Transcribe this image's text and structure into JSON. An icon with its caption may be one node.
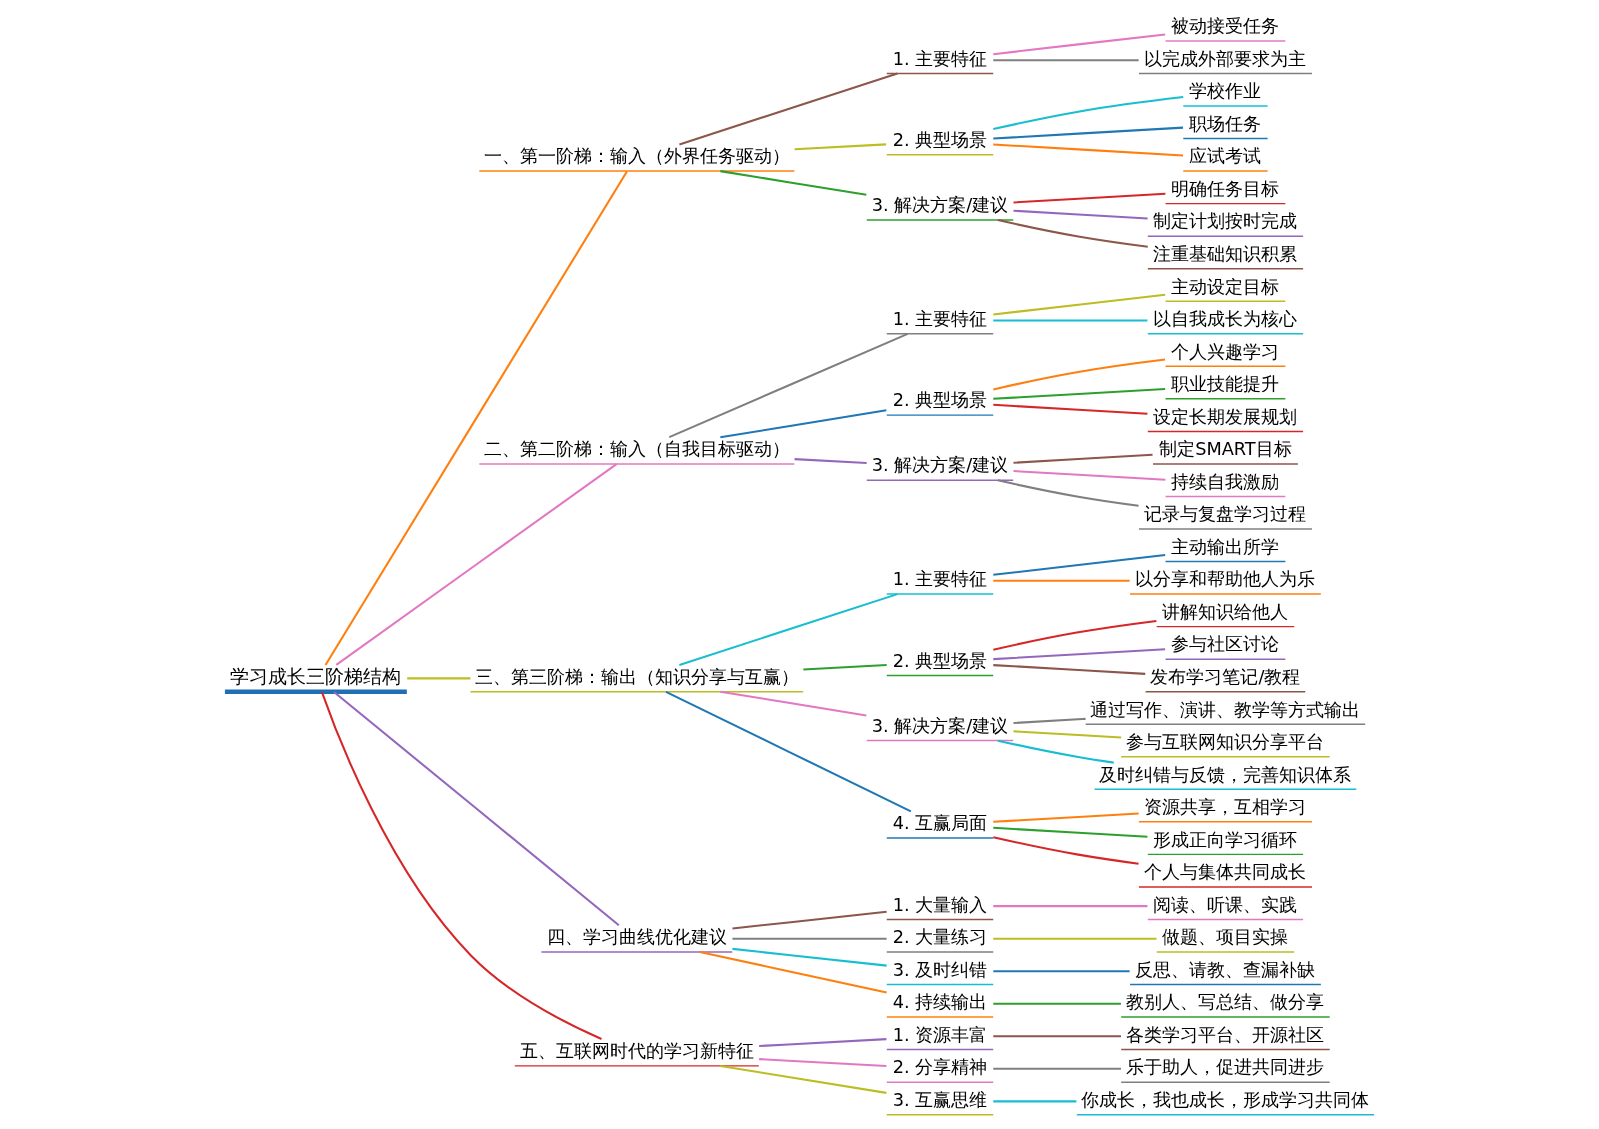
{
  "diagram": {
    "nodes": [
      {
        "text": [
          "学习成长三阶梯结构"
        ]
      },
      {
        "text": [
          "一、第一阶梯：输入（外界任务驱动）"
        ]
      },
      {
        "text": [
          "1. 主要特征"
        ]
      },
      {
        "text": [
          "被动接受任务"
        ]
      },
      {
        "text": [
          "以完成外部要求为主"
        ]
      },
      {
        "text": [
          "2. 典型场景"
        ]
      },
      {
        "text": [
          "学校作业"
        ]
      },
      {
        "text": [
          "职场任务"
        ]
      },
      {
        "text": [
          "应试考试"
        ]
      },
      {
        "text": [
          "3. 解决方案/建议"
        ]
      },
      {
        "text": [
          "明确任务目标"
        ]
      },
      {
        "text": [
          "制定计划按时完成"
        ]
      },
      {
        "text": [
          "注重基础知识积累"
        ]
      },
      {
        "text": [
          "二、第二阶梯：输入（自我目标驱动）"
        ]
      },
      {
        "text": [
          "1. 主要特征"
        ]
      },
      {
        "text": [
          "主动设定目标"
        ]
      },
      {
        "text": [
          "以自我成长为核心"
        ]
      },
      {
        "text": [
          "2. 典型场景"
        ]
      },
      {
        "text": [
          "个人兴趣学习"
        ]
      },
      {
        "text": [
          "职业技能提升"
        ]
      },
      {
        "text": [
          "设定长期发展规划"
        ]
      },
      {
        "text": [
          "3. 解决方案/建议"
        ]
      },
      {
        "text": [
          "制定SMART目标"
        ]
      },
      {
        "text": [
          "持续自我激励"
        ]
      },
      {
        "text": [
          "记录与复盘学习过程"
        ]
      },
      {
        "text": [
          "三、第三阶梯：输出（知识分享与互赢）"
        ]
      },
      {
        "text": [
          "1. 主要特征"
        ]
      },
      {
        "text": [
          "主动输出所学"
        ]
      },
      {
        "text": [
          "以分享和帮助他人为乐"
        ]
      },
      {
        "text": [
          "2. 典型场景"
        ]
      },
      {
        "text": [
          "讲解知识给他人"
        ]
      },
      {
        "text": [
          "参与社区讨论"
        ]
      },
      {
        "text": [
          "发布学习笔记/教程"
        ]
      },
      {
        "text": [
          "3. 解决方案/建议"
        ]
      },
      {
        "text": [
          "通过写作、演讲、教学等方式输出"
        ]
      },
      {
        "text": [
          "参与互联网知识分享平台"
        ]
      },
      {
        "text": [
          "及时纠错与反馈，完善知识体系"
        ]
      },
      {
        "text": [
          "4. 互赢局面"
        ]
      },
      {
        "text": [
          "资源共享，互相学习"
        ]
      },
      {
        "text": [
          "形成正向学习循环"
        ]
      },
      {
        "text": [
          "个人与集体共同成长"
        ]
      },
      {
        "text": [
          "四、学习曲线优化建议"
        ]
      },
      {
        "text": [
          "1. 大量输入"
        ]
      },
      {
        "text": [
          "阅读、听课、实践"
        ]
      },
      {
        "text": [
          "2. 大量练习"
        ]
      },
      {
        "text": [
          "做题、项目实操"
        ]
      },
      {
        "text": [
          "3. 及时纠错"
        ]
      },
      {
        "text": [
          "反思、请教、查漏补缺"
        ]
      },
      {
        "text": [
          "4. 持续输出"
        ]
      },
      {
        "text": [
          "教别人、写总结、做分享"
        ]
      },
      {
        "text": [
          "五、互联网时代的学习新特征"
        ]
      },
      {
        "text": [
          "1. 资源丰富"
        ]
      },
      {
        "text": [
          "各类学习平台、开源社区"
        ]
      },
      {
        "text": [
          "2. 分享精神"
        ]
      },
      {
        "text": [
          "乐于助人，促进共同进步"
        ]
      },
      {
        "text": [
          "3. 互赢思维"
        ]
      },
      {
        "text": [
          "你成长，我也成长，形成学习共同体"
        ]
      }
    ],
    "edges": [
      {
        "from": 0,
        "to": 1,
        "arrow": "none",
        "color": "#ff7f0e"
      },
      {
        "from": 1,
        "to": 2,
        "arrow": "none",
        "color": "#8c564b"
      },
      {
        "from": 2,
        "to": 3,
        "arrow": "none",
        "color": "#e377c2"
      },
      {
        "from": 2,
        "to": 4,
        "arrow": "none",
        "color": "#7f7f7f"
      },
      {
        "from": 1,
        "to": 5,
        "arrow": "none",
        "color": "#bcbd22"
      },
      {
        "from": 5,
        "to": 6,
        "arrow": "none",
        "color": "#17becf"
      },
      {
        "from": 5,
        "to": 7,
        "arrow": "none",
        "color": "#1f77b4"
      },
      {
        "from": 5,
        "to": 8,
        "arrow": "none",
        "color": "#ff7f0e"
      },
      {
        "from": 1,
        "to": 9,
        "arrow": "none",
        "color": "#2ca02c"
      },
      {
        "from": 9,
        "to": 10,
        "arrow": "none",
        "color": "#d62728"
      },
      {
        "from": 9,
        "to": 11,
        "arrow": "none",
        "color": "#9467bd"
      },
      {
        "from": 9,
        "to": 12,
        "arrow": "none",
        "color": "#8c564b"
      },
      {
        "from": 0,
        "to": 13,
        "arrow": "none",
        "color": "#e377c2"
      },
      {
        "from": 13,
        "to": 14,
        "arrow": "none",
        "color": "#7f7f7f"
      },
      {
        "from": 14,
        "to": 15,
        "arrow": "none",
        "color": "#bcbd22"
      },
      {
        "from": 14,
        "to": 16,
        "arrow": "none",
        "color": "#17becf"
      },
      {
        "from": 13,
        "to": 17,
        "arrow": "none",
        "color": "#1f77b4"
      },
      {
        "from": 17,
        "to": 18,
        "arrow": "none",
        "color": "#ff7f0e"
      },
      {
        "from": 17,
        "to": 19,
        "arrow": "none",
        "color": "#2ca02c"
      },
      {
        "from": 17,
        "to": 20,
        "arrow": "none",
        "color": "#d62728"
      },
      {
        "from": 13,
        "to": 21,
        "arrow": "none",
        "color": "#9467bd"
      },
      {
        "from": 21,
        "to": 22,
        "arrow": "none",
        "color": "#8c564b"
      },
      {
        "from": 21,
        "to": 23,
        "arrow": "none",
        "color": "#e377c2"
      },
      {
        "from": 21,
        "to": 24,
        "arrow": "none",
        "color": "#7f7f7f"
      },
      {
        "from": 0,
        "to": 25,
        "arrow": "none",
        "color": "#bcbd22"
      },
      {
        "from": 25,
        "to": 26,
        "arrow": "none",
        "color": "#17becf"
      },
      {
        "from": 26,
        "to": 27,
        "arrow": "none",
        "color": "#1f77b4"
      },
      {
        "from": 26,
        "to": 28,
        "arrow": "none",
        "color": "#ff7f0e"
      },
      {
        "from": 25,
        "to": 29,
        "arrow": "none",
        "color": "#2ca02c"
      },
      {
        "from": 29,
        "to": 30,
        "arrow": "none",
        "color": "#d62728"
      },
      {
        "from": 29,
        "to": 31,
        "arrow": "none",
        "color": "#9467bd"
      },
      {
        "from": 29,
        "to": 32,
        "arrow": "none",
        "color": "#8c564b"
      },
      {
        "from": 25,
        "to": 33,
        "arrow": "none",
        "color": "#e377c2"
      },
      {
        "from": 33,
        "to": 34,
        "arrow": "none",
        "color": "#7f7f7f"
      },
      {
        "from": 33,
        "to": 35,
        "arrow": "none",
        "color": "#bcbd22"
      },
      {
        "from": 33,
        "to": 36,
        "arrow": "none",
        "color": "#17becf"
      },
      {
        "from": 25,
        "to": 37,
        "arrow": "none",
        "color": "#1f77b4"
      },
      {
        "from": 37,
        "to": 38,
        "arrow": "none",
        "color": "#ff7f0e"
      },
      {
        "from": 37,
        "to": 39,
        "arrow": "none",
        "color": "#2ca02c"
      },
      {
        "from": 37,
        "to": 40,
        "arrow": "none",
        "color": "#d62728"
      },
      {
        "from": 0,
        "to": 41,
        "arrow": "none",
        "color": "#9467bd"
      },
      {
        "from": 41,
        "to": 42,
        "arrow": "none",
        "color": "#8c564b"
      },
      {
        "from": 42,
        "to": 43,
        "arrow": "none",
        "color": "#e377c2"
      },
      {
        "from": 41,
        "to": 44,
        "arrow": "none",
        "color": "#7f7f7f"
      },
      {
        "from": 44,
        "to": 45,
        "arrow": "none",
        "color": "#bcbd22"
      },
      {
        "from": 41,
        "to": 46,
        "arrow": "none",
        "color": "#17becf"
      },
      {
        "from": 46,
        "to": 47,
        "arrow": "none",
        "color": "#1f77b4"
      },
      {
        "from": 41,
        "to": 48,
        "arrow": "none",
        "color": "#ff7f0e"
      },
      {
        "from": 48,
        "to": 49,
        "arrow": "none",
        "color": "#2ca02c"
      },
      {
        "from": 0,
        "to": 50,
        "arrow": "none",
        "color": "#d62728"
      },
      {
        "from": 50,
        "to": 51,
        "arrow": "none",
        "color": "#9467bd"
      },
      {
        "from": 51,
        "to": 52,
        "arrow": "none",
        "color": "#8c564b"
      },
      {
        "from": 50,
        "to": 53,
        "arrow": "none",
        "color": "#e377c2"
      },
      {
        "from": 53,
        "to": 54,
        "arrow": "none",
        "color": "#7f7f7f"
      },
      {
        "from": 50,
        "to": 55,
        "arrow": "none",
        "color": "#bcbd22"
      },
      {
        "from": 55,
        "to": 56,
        "arrow": "none",
        "color": "#17becf"
      }
    ]
  }
}
